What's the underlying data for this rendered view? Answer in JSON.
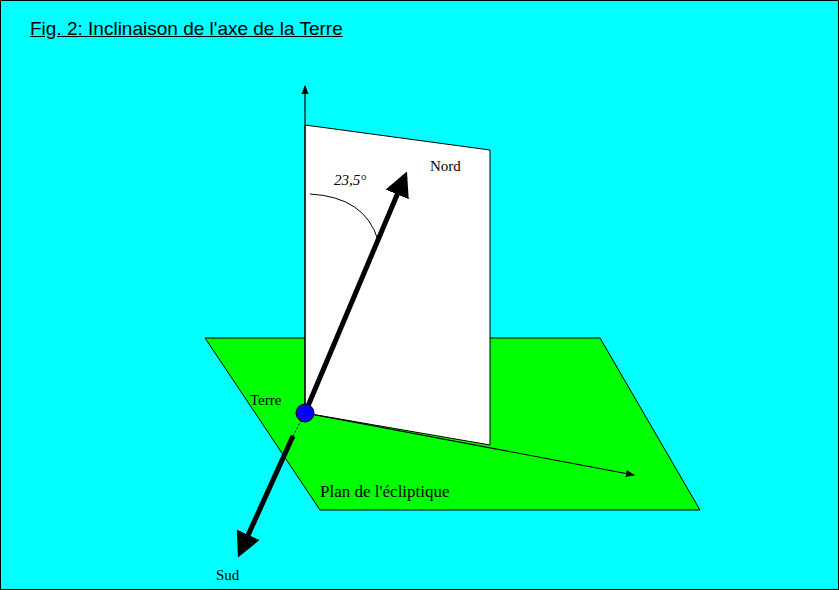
{
  "diagram": {
    "title": "Fig. 2: Inclinaison de l'axe de la Terre",
    "labels": [
      "23,5°",
      "Nord",
      "Terre",
      "Plan de l'écliptique",
      "Sud"
    ]
  }
}
